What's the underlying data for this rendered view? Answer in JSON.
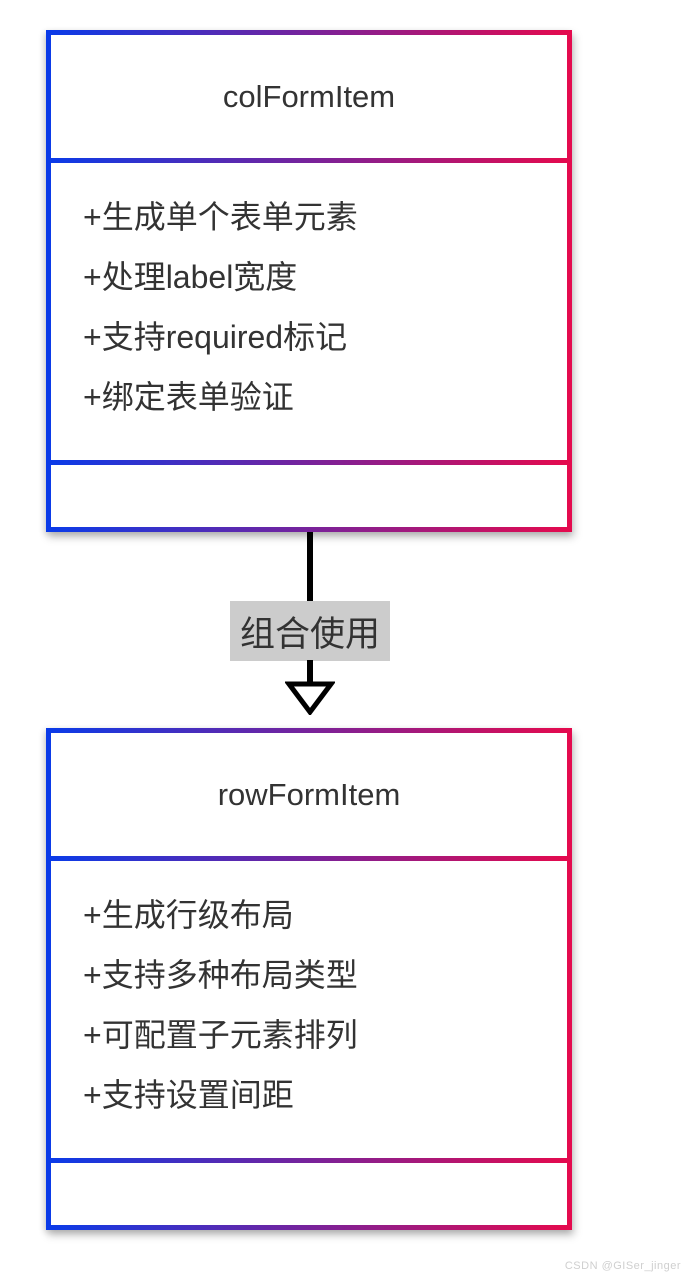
{
  "diagram": {
    "classes": [
      {
        "name": "colFormItem",
        "methods": [
          "+生成单个表单元素",
          "+处理label宽度",
          "+支持required标记",
          "+绑定表单验证"
        ]
      },
      {
        "name": "rowFormItem",
        "methods": [
          "+生成行级布局",
          "+支持多种布局类型",
          "+可配置子元素排列",
          "+支持设置间距"
        ]
      }
    ],
    "connector": {
      "label": "组合使用",
      "style": "solid-line-hollow-triangle-down"
    },
    "colors": {
      "gradient_start": "#0b3be8",
      "gradient_end": "#e40a4e",
      "label_bg": "#cccccc",
      "text": "#333333",
      "arrow": "#000000"
    },
    "watermark": "CSDN @GISer_jinger"
  }
}
